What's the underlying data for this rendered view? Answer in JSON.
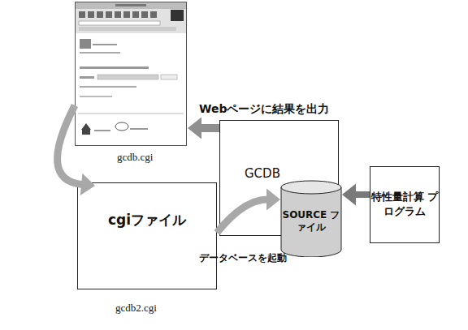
{
  "diagram": {
    "nodes": [
      {
        "text": [
          "gcdb.cgi"
        ]
      },
      {
        "text": [
          "cgiファイル",
          "gcdb2.cgi"
        ]
      },
      {
        "text": [
          "GCDB"
        ]
      },
      {
        "text": [
          "SOURCE ファイル"
        ]
      },
      {
        "text": [
          "特性量計算 プログラム"
        ]
      }
    ],
    "edges": [
      {
        "from": 2,
        "to": 0,
        "label": "Webページに結果を出力",
        "arrow": "to"
      },
      {
        "from": 0,
        "to": 1,
        "arrow": "to"
      },
      {
        "from": 1,
        "to": 3,
        "label": "データベースを起動",
        "arrow": "to"
      },
      {
        "from": 4,
        "to": 3,
        "arrow": "to"
      }
    ]
  }
}
